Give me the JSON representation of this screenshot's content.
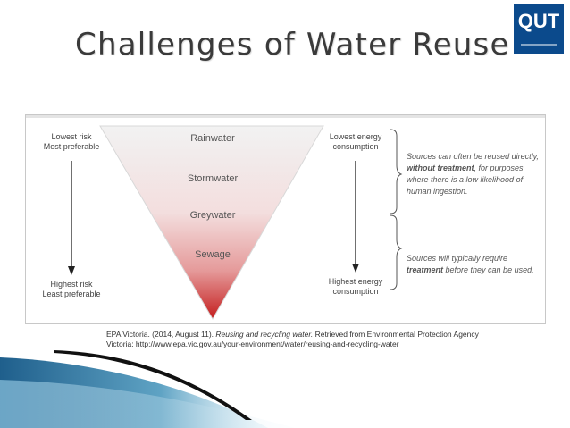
{
  "slide": {
    "title": "Challenges of Water Reuse",
    "logo_text": "QUT"
  },
  "diagram": {
    "levels": [
      "Rainwater",
      "Stormwater",
      "Greywater",
      "Sewage"
    ],
    "left_top": [
      "Lowest risk",
      "Most preferable"
    ],
    "left_bottom": [
      "Highest risk",
      "Least preferable"
    ],
    "right_top": [
      "Lowest energy",
      "consumption"
    ],
    "right_bottom": [
      "Highest energy",
      "consumption"
    ],
    "note_top": {
      "before": "Sources can often be reused directly, ",
      "bold": "without treatment",
      "after": ", for purposes where there is a low likelihood of human ingestion."
    },
    "note_bottom": {
      "before": "Sources will typically require ",
      "bold": "treatment",
      "after": " before they can be used."
    }
  },
  "citation": {
    "before": "EPA Victoria. (2014, August 11). ",
    "italic": "Reusing and recycling water.",
    "after": " Retrieved from Environmental Protection Agency Victoria: http://www.epa.vic.gov.au/your-environment/water/reusing-and-recycling-water"
  },
  "colors": {
    "logo_bg": "#0b4a8c",
    "triangle_top": "#f2f2f2",
    "triangle_bottom": "#c41e1e",
    "wave_blue": "#1f5f8c"
  }
}
